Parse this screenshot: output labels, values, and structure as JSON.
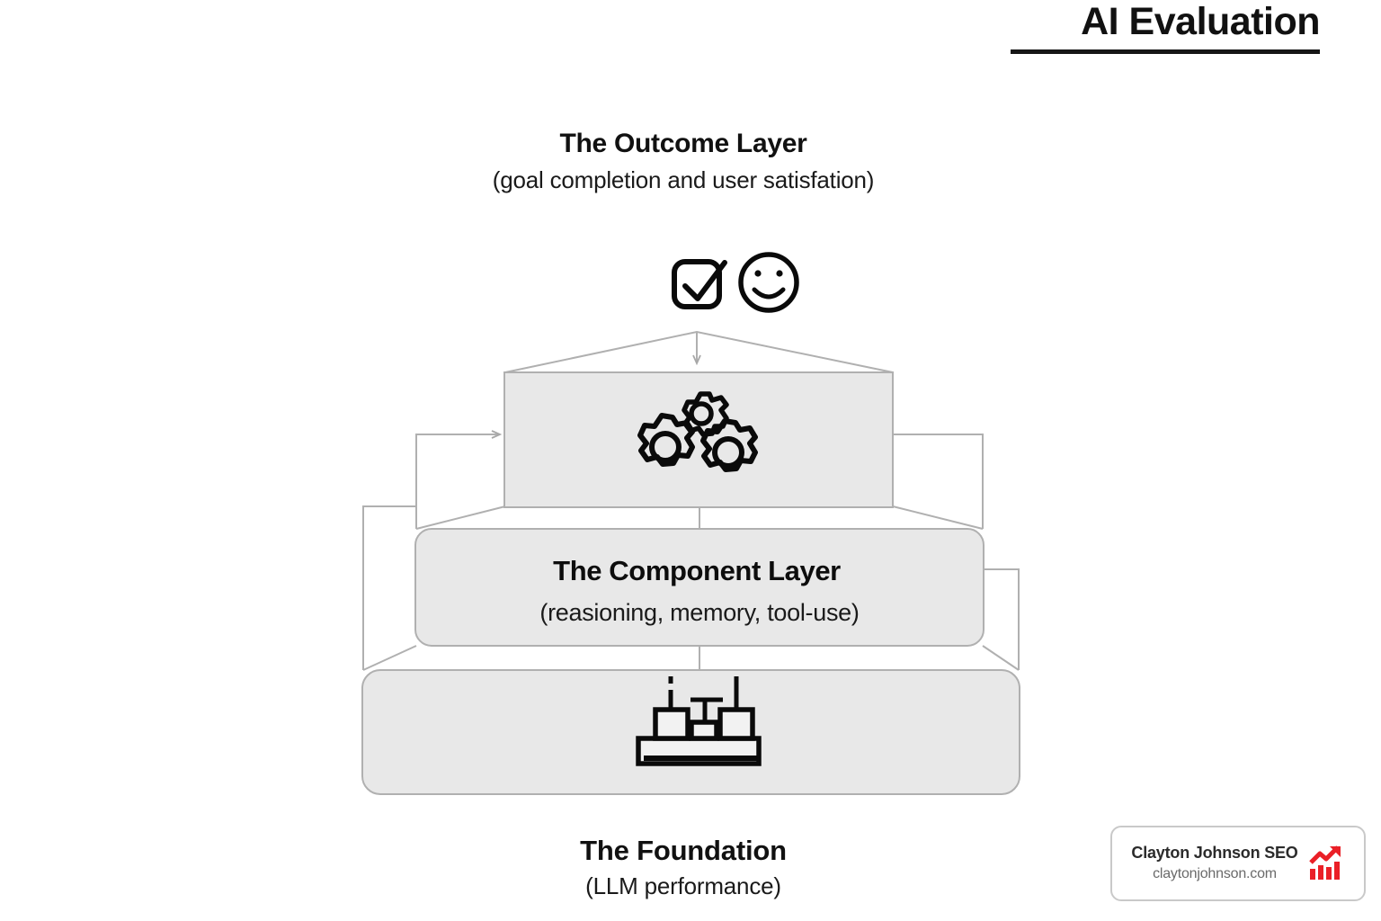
{
  "page": {
    "background_color": "#ffffff",
    "title": "AI Evaluation"
  },
  "header": {
    "title": "AI Evaluation",
    "rule_color": "#161616"
  },
  "diagram": {
    "type": "layered-pyramid",
    "accent_border": "#b3b3b3",
    "layer_fill": "#e8e8e8",
    "icon_color": "#000000",
    "layers": [
      {
        "id": "outcome",
        "title": "The Outcome Layer",
        "subtitle": "(goal completion and user satisfation)",
        "position": "top",
        "icons": [
          "checkbox-check-icon",
          "smiley-face-icon"
        ]
      },
      {
        "id": "gears",
        "title": "",
        "subtitle": "",
        "position": "upper-middle",
        "icons": [
          "gears-icon"
        ]
      },
      {
        "id": "component",
        "title": "The Component Layer",
        "subtitle": "(reasioning, memory, tool-use)",
        "position": "middle",
        "icons": []
      },
      {
        "id": "foundation",
        "title": "The Foundation",
        "subtitle": "(LLM performance)",
        "position": "bottom",
        "icons": [
          "foundation-blocks-icon"
        ]
      }
    ],
    "connectors": [
      {
        "name": "apex-down-arrow",
        "direction": "down"
      },
      {
        "name": "left-feedback-loop-inner",
        "direction": "right"
      },
      {
        "name": "left-feedback-loop-outer",
        "direction": "up"
      },
      {
        "name": "right-feedback-loop-inner",
        "direction": "up"
      },
      {
        "name": "right-feedback-loop-outer",
        "direction": "up"
      }
    ]
  },
  "watermark": {
    "name": "Clayton Johnson SEO",
    "domain": "claytonjohnson.com",
    "logo": "growth-bar-chart-icon",
    "logo_color": "#ea2027",
    "border_color": "#c9c9c9"
  }
}
